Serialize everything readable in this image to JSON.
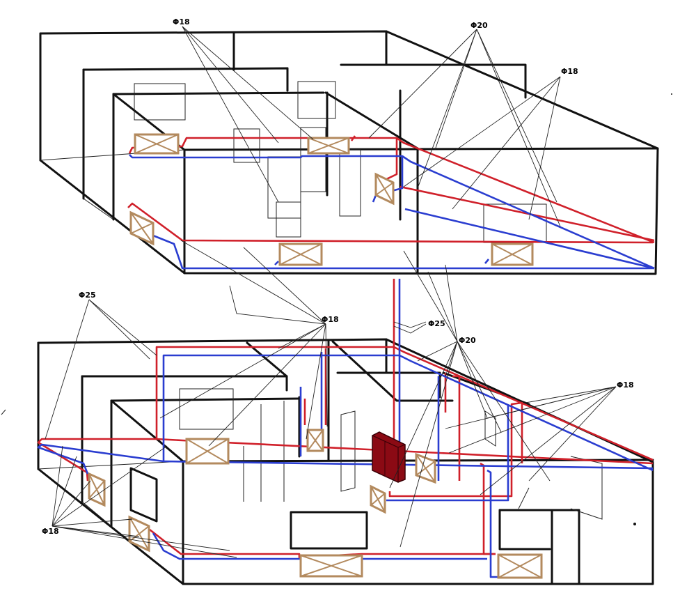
{
  "labels": {
    "top_phi18_a": "Φ18",
    "top_phi20": "Φ20",
    "top_phi18_b": "Φ18",
    "bottom_phi25_left": "Φ25",
    "bottom_phi18_center": "Φ18",
    "riser_phi25": "Φ25",
    "bottom_phi20": "Φ20",
    "bottom_phi18_right": "Φ18",
    "bottom_phi18_left": "Φ18"
  },
  "colors": {
    "supply_pipe": "#d0202a",
    "return_pipe": "#2a3dd0",
    "radiator": "#b38a5e",
    "boiler": "#8b0a14",
    "walls": "#111111"
  }
}
